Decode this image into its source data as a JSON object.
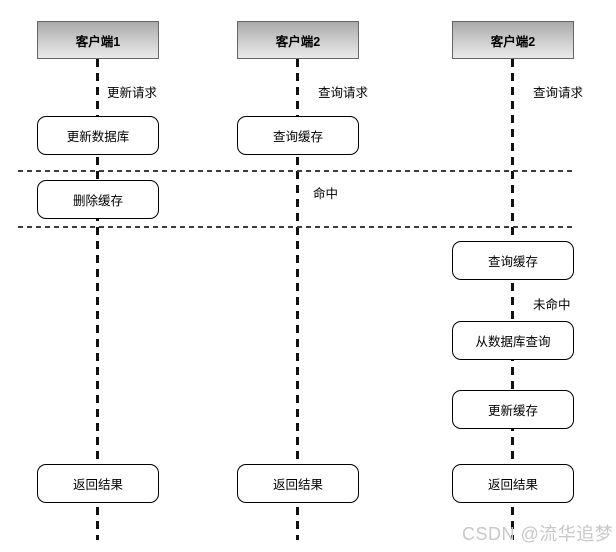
{
  "diagram": {
    "colors": {
      "background": "#ffffff",
      "header_gradient_top": "#a9a9a9",
      "header_gradient_bottom": "#e9e9e9",
      "header_border": "#666666",
      "box_border": "#000000",
      "box_fill": "#ffffff",
      "lifeline": "#111111",
      "separator": "#3d3d3d",
      "text": "#000000",
      "watermark": "#c8c8c8"
    },
    "lanes": [
      {
        "title": "客户端1",
        "request_label": "更新请求",
        "boxes": [
          {
            "label": "更新数据库"
          },
          {
            "label": "删除缓存"
          },
          {
            "label": "返回结果"
          }
        ]
      },
      {
        "title": "客户端2",
        "request_label": "查询请求",
        "result_label": "命中",
        "boxes": [
          {
            "label": "查询缓存"
          },
          {
            "label": "返回结果"
          }
        ]
      },
      {
        "title": "客户端2",
        "request_label": "查询请求",
        "result_label": "未命中",
        "boxes": [
          {
            "label": "查询缓存"
          },
          {
            "label": "从数据库查询"
          },
          {
            "label": "更新缓存"
          },
          {
            "label": "返回结果"
          }
        ]
      }
    ],
    "watermark": {
      "text": "CSDN @流华追梦"
    }
  }
}
